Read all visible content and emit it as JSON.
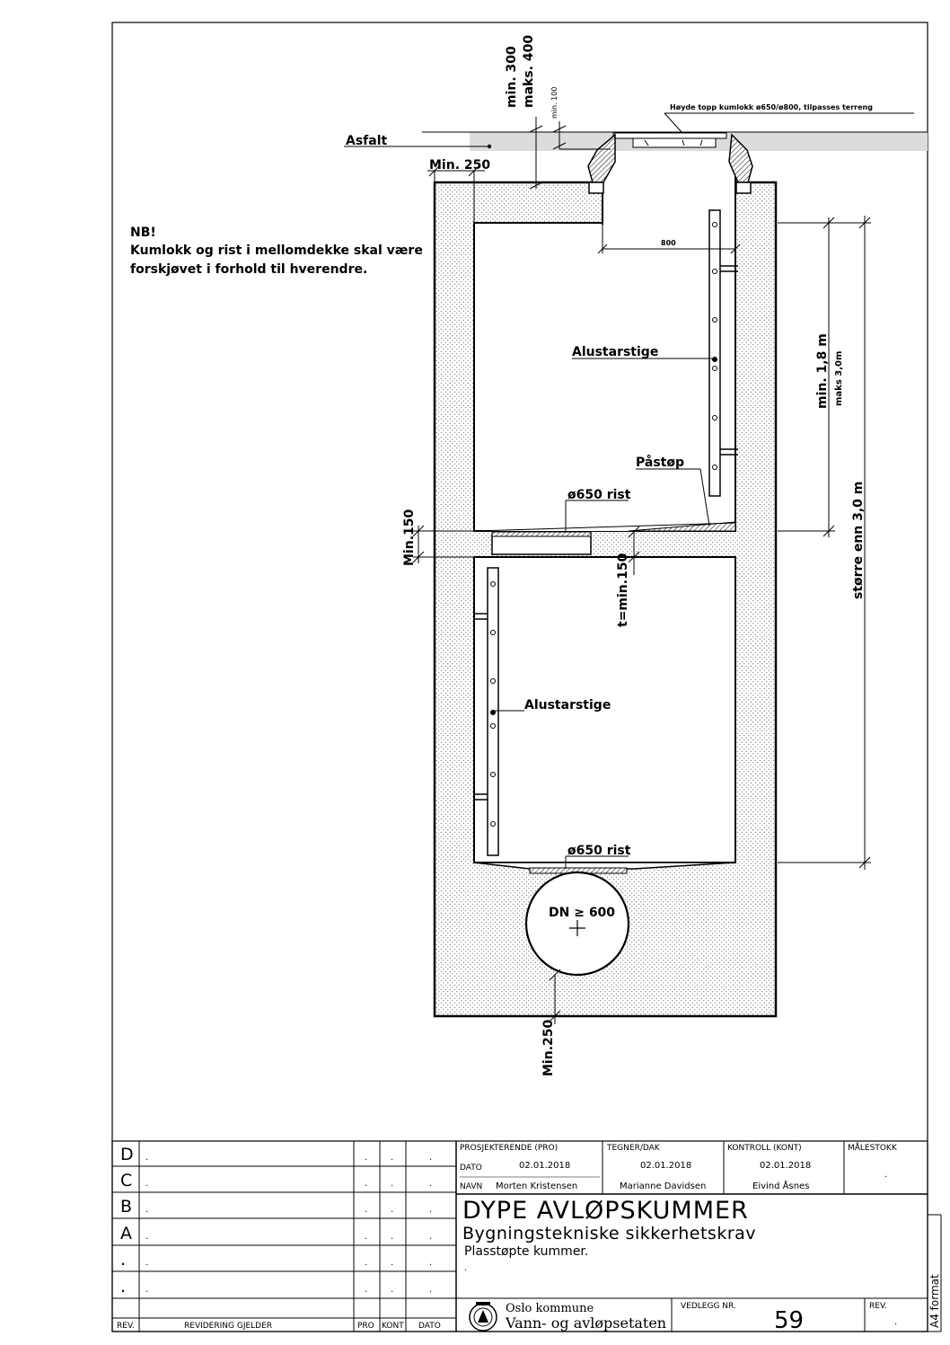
{
  "notes": {
    "nb_title": "NB!",
    "nb_line1": "Kumlokk og rist i mellomdekke skal være",
    "nb_line2": "forskjøvet i forhold til hverendre."
  },
  "labels": {
    "asfalt": "Asfalt",
    "top_height": "Høyde topp kumlokk ø650/ø800, tilpasses terreng",
    "min300": "min. 300",
    "maks400": "maks. 400",
    "min100": "min. 100",
    "min250_top": "Min. 250",
    "dim800": "800",
    "ladder_upper": "Alustarstige",
    "ladder_lower": "Alustarstige",
    "min18": "min. 1,8 m",
    "maks30": "maks 3,0m",
    "storre": "større enn 3,0 m",
    "pastop": "Påstøp",
    "rist_upper": "ø650 rist",
    "rist_lower": "ø650 rist",
    "min150_left": "Min.150",
    "t_min150": "t=min.150",
    "dn600": "DN ≥ 600",
    "min250_bottom": "Min.250"
  },
  "titleblock": {
    "rev_rows": [
      {
        "rev": "D",
        "desc": ".",
        "pro": ".",
        "kont": ".",
        "dato": "."
      },
      {
        "rev": "C",
        "desc": ".",
        "pro": ".",
        "kont": ".",
        "dato": "."
      },
      {
        "rev": "B",
        "desc": ".",
        "pro": ".",
        "kont": ".",
        "dato": "."
      },
      {
        "rev": "A",
        "desc": ".",
        "pro": ".",
        "kont": ".",
        "dato": "."
      },
      {
        "rev": ".",
        "desc": ".",
        "pro": ".",
        "kont": ".",
        "dato": "."
      },
      {
        "rev": ".",
        "desc": ".",
        "pro": ".",
        "kont": ".",
        "dato": "."
      }
    ],
    "header": {
      "rev": "REV.",
      "desc": "REVIDERING GJELDER",
      "pro": "PRO",
      "kont": "KONT",
      "dato": "DATO"
    },
    "prosjekterende_label": "PROSJEKTERENDE (PRO)",
    "tegner_label": "TEGNER/DAK",
    "kontroll_label": "KONTROLL (KONT)",
    "malestokk_label": "MÅLESTOKK",
    "dato_label": "DATO",
    "navn_label": "NAVN",
    "dato_pro": "02.01.2018",
    "dato_teg": "02.01.2018",
    "dato_kont": "02.01.2018",
    "navn_pro": "Morten Kristensen",
    "navn_teg": "Marianne Davidsen",
    "navn_kont": "Eivind Åsnes",
    "malestokk_value": ".",
    "title": "DYPE AVLØPSKUMMER",
    "subtitle": "Bygningstekniske sikkerhetskrav",
    "subtitle2": "Plasstøpte kummer.",
    "subtitle3": ".",
    "org1": "Oslo kommune",
    "org2": "Vann- og avløpsetaten",
    "vedlegg_label": "VEDLEGG NR.",
    "vedlegg_value": "59",
    "rev_label": "REV.",
    "rev_value": ".",
    "format": "A4 format"
  }
}
